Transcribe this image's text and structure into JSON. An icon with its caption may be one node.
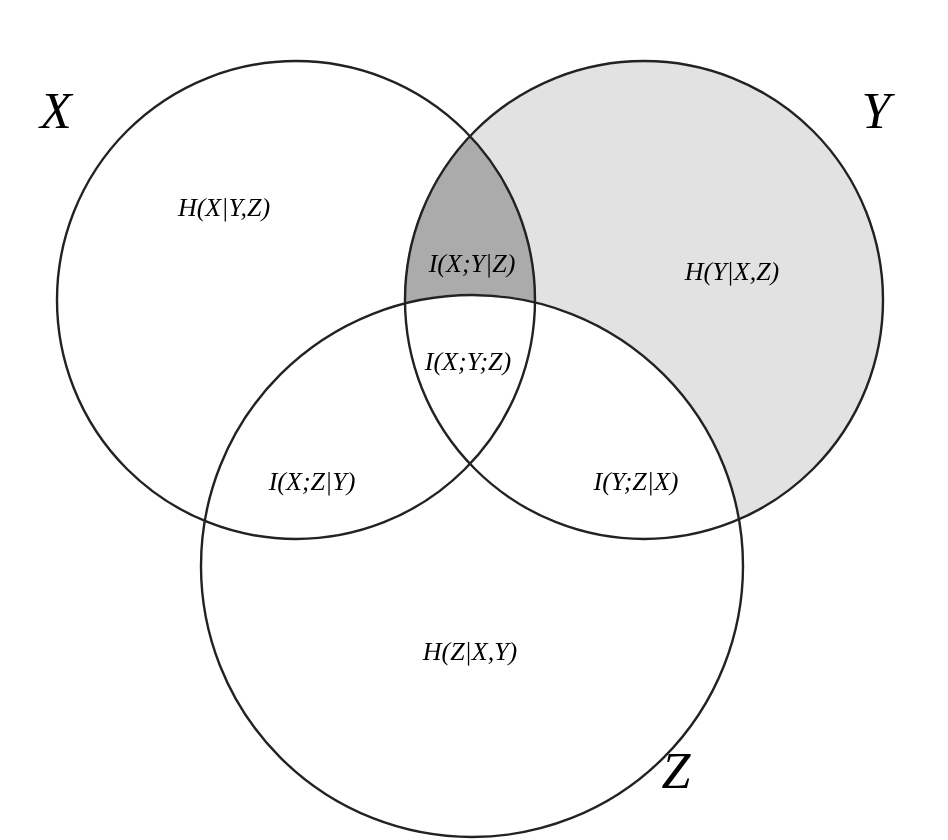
{
  "diagram": {
    "nodes": [
      {
        "text": [
          "X"
        ]
      },
      {
        "text": [
          "Y"
        ]
      },
      {
        "text": [
          "Z"
        ]
      }
    ],
    "labels": [
      "H(X|Y,Z)",
      "I(X;Y|Z)",
      "H(Y|X,Z)",
      "I(X;Y;Z)",
      "I(X;Z|Y)",
      "I(Y;Z|X)",
      "H(Z|X,Y)"
    ]
  }
}
